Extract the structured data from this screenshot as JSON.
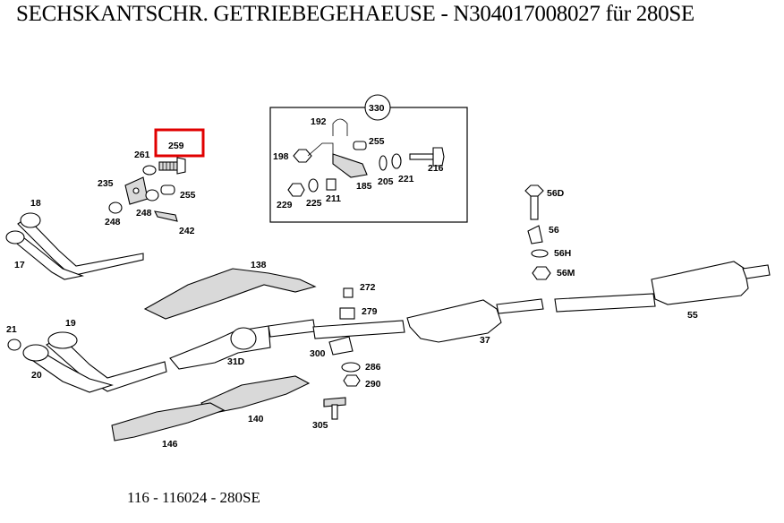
{
  "title": "SECHSKANTSCHR. GETRIEBEGEHAEUSE - N304017008027 für 280SE",
  "footer": "116 - 116024 - 280SE",
  "highlight": {
    "part": "259",
    "color": "#e00000"
  },
  "callouts": {
    "p259": "259",
    "p261": "261",
    "p235": "235",
    "p255a": "255",
    "p248a": "248",
    "p248b": "248",
    "p242": "242",
    "p18": "18",
    "p17": "17",
    "p330": "330",
    "p192": "192",
    "p255b": "255",
    "p198": "198",
    "p216": "216",
    "p185": "185",
    "p205": "205",
    "p221": "221",
    "p229": "229",
    "p225": "225",
    "p211": "211",
    "p56D": "56D",
    "p56": "56",
    "p56H": "56H",
    "p56M": "56M",
    "p138": "138",
    "p272": "272",
    "p279": "279",
    "p300": "300",
    "p286": "286",
    "p290": "290",
    "p305": "305",
    "p37": "37",
    "p55": "55",
    "p21": "21",
    "p19": "19",
    "p20": "20",
    "p31D": "31D",
    "p140": "140",
    "p146": "146"
  }
}
